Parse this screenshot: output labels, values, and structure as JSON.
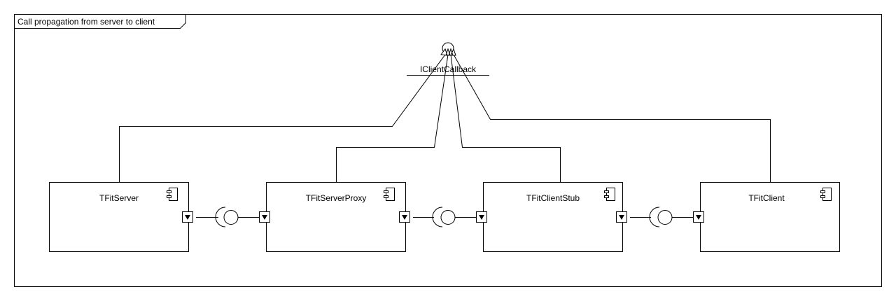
{
  "frame": {
    "title": "Call propagation from server to client"
  },
  "interface": {
    "name": "IClientCallback"
  },
  "components": [
    {
      "id": "server",
      "name": "TFitServer"
    },
    {
      "id": "proxy",
      "name": "TFitServerProxy"
    },
    {
      "id": "stub",
      "name": "TFitClientStub"
    },
    {
      "id": "client",
      "name": "TFitClient"
    }
  ],
  "colors": {
    "stroke": "#000000",
    "fill": "#ffffff"
  }
}
